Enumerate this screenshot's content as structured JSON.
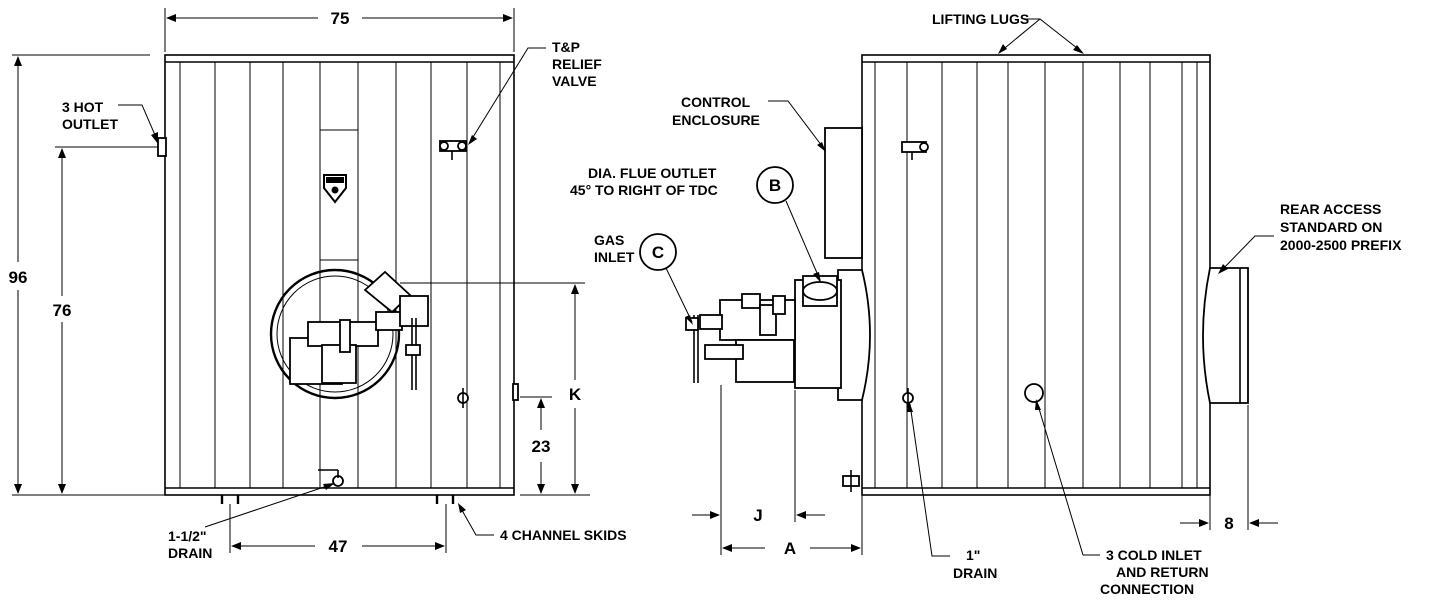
{
  "dimensions": {
    "top_width": "75",
    "overall_height": "96",
    "hot_outlet_height": "76",
    "drain_height": "23",
    "skid_spacing": "47",
    "burner_k": "K",
    "burner_j": "J",
    "burner_a": "A",
    "rear_access_8": "8"
  },
  "callouts": {
    "hot_outlet": [
      "3 HOT",
      "OUTLET"
    ],
    "tp_valve": [
      "T&P",
      "RELIEF",
      "VALVE"
    ],
    "drain_left": [
      "1-1/2\"",
      "DRAIN"
    ],
    "channel_skids": "4 CHANNEL SKIDS",
    "lifting_lugs": "LIFTING LUGS",
    "control_enclosure": [
      "CONTROL",
      "ENCLOSURE"
    ],
    "flue_outlet": [
      "DIA. FLUE OUTLET",
      "45° TO RIGHT OF TDC"
    ],
    "gas_inlet": [
      "GAS",
      "INLET"
    ],
    "rear_access": [
      "REAR ACCESS",
      "STANDARD ON",
      "2000-2500 PREFIX"
    ],
    "drain_right": [
      "1\"",
      "DRAIN"
    ],
    "cold_inlet": [
      "3 COLD INLET",
      "AND RETURN",
      "CONNECTION"
    ]
  },
  "circle_labels": {
    "flue": "B",
    "gas": "C"
  }
}
